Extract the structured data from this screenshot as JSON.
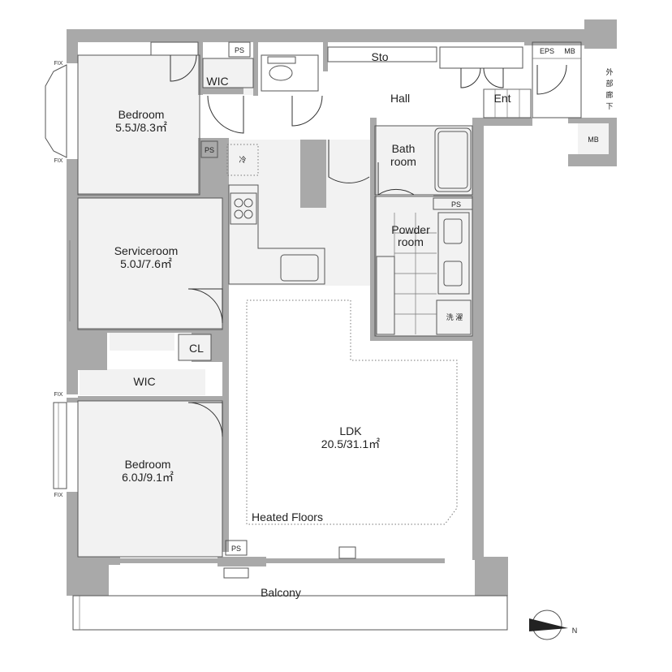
{
  "rooms": {
    "bedroom_top": {
      "name": "Bedroom",
      "size": "5.5J/8.3㎡"
    },
    "wic_top": {
      "name": "WIC"
    },
    "storage_top": {
      "name": "Sto"
    },
    "hall": {
      "name": "Hall"
    },
    "entrance": {
      "name": "Ent"
    },
    "bath": {
      "name": "Bath\nroom",
      "line1": "Bath",
      "line2": "room"
    },
    "powder": {
      "line1": "Powder",
      "line2": "room"
    },
    "serviceroom": {
      "name": "Serviceroom",
      "size": "5.0J/7.6㎡"
    },
    "closet": {
      "name": "CL"
    },
    "wic_mid": {
      "name": "WIC"
    },
    "bedroom_bottom": {
      "name": "Bedroom",
      "size": "6.0J/9.1㎡"
    },
    "ldk": {
      "name": "LDK",
      "size": "20.5/31.1㎡"
    },
    "balcony": {
      "name": "Balcony"
    }
  },
  "labels": {
    "heated_floors": "Heated Floors",
    "ps": "PS",
    "eps": "EPS",
    "mb": "MB",
    "fix": "FIX",
    "fridge": "冷",
    "washer": "洗 濯",
    "corridor_1": "外",
    "corridor_2": "部",
    "corridor_3": "廊",
    "corridor_4": "下",
    "north": "N"
  }
}
